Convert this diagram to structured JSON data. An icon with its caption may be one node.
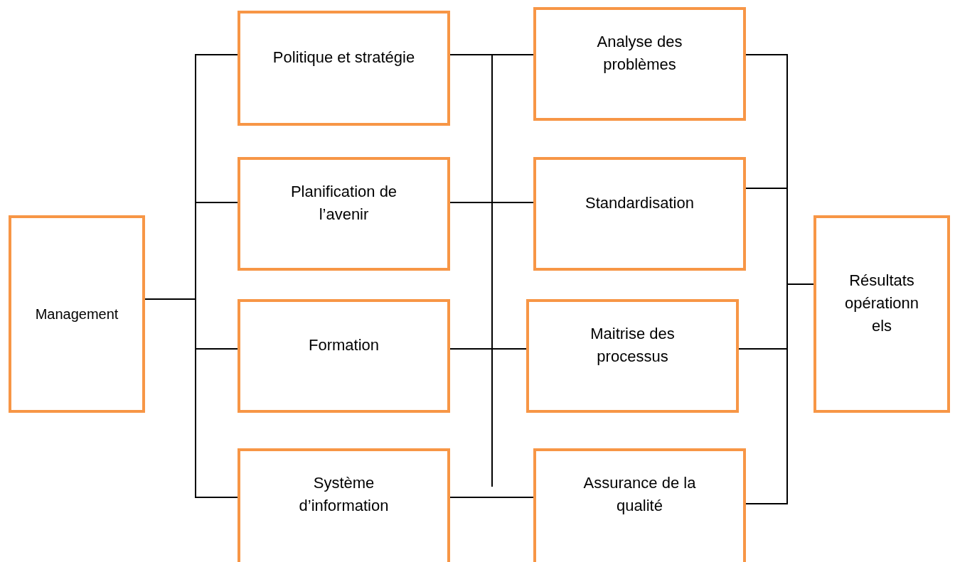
{
  "diagram": {
    "nodes": [
      {
        "text": [
          "Management"
        ]
      },
      {
        "text": [
          "Politique et stratégie"
        ]
      },
      {
        "text": [
          "Planification de l’avenir"
        ]
      },
      {
        "text": [
          "Formation"
        ]
      },
      {
        "text": [
          "Système d’information"
        ]
      },
      {
        "text": [
          "Analyse des problèmes"
        ]
      },
      {
        "text": [
          "Standardisation"
        ]
      },
      {
        "text": [
          "Maitrise des processus"
        ]
      },
      {
        "text": [
          "Assurance de la qualité"
        ]
      },
      {
        "text": [
          "Résultats opérationn els"
        ]
      }
    ],
    "edges": [
      {
        "from": 0,
        "to": 1,
        "arrow": "none"
      },
      {
        "from": 0,
        "to": 2,
        "arrow": "none"
      },
      {
        "from": 0,
        "to": 3,
        "arrow": "none"
      },
      {
        "from": 0,
        "to": 4,
        "arrow": "none"
      },
      {
        "from": 1,
        "to": 5,
        "arrow": "none"
      },
      {
        "from": 2,
        "to": 6,
        "arrow": "none"
      },
      {
        "from": 3,
        "to": 7,
        "arrow": "none"
      },
      {
        "from": 4,
        "to": 8,
        "arrow": "none"
      },
      {
        "from": 5,
        "to": 9,
        "arrow": "none"
      },
      {
        "from": 6,
        "to": 9,
        "arrow": "none"
      },
      {
        "from": 7,
        "to": 9,
        "arrow": "none"
      },
      {
        "from": 8,
        "to": 9,
        "arrow": "none"
      }
    ]
  }
}
